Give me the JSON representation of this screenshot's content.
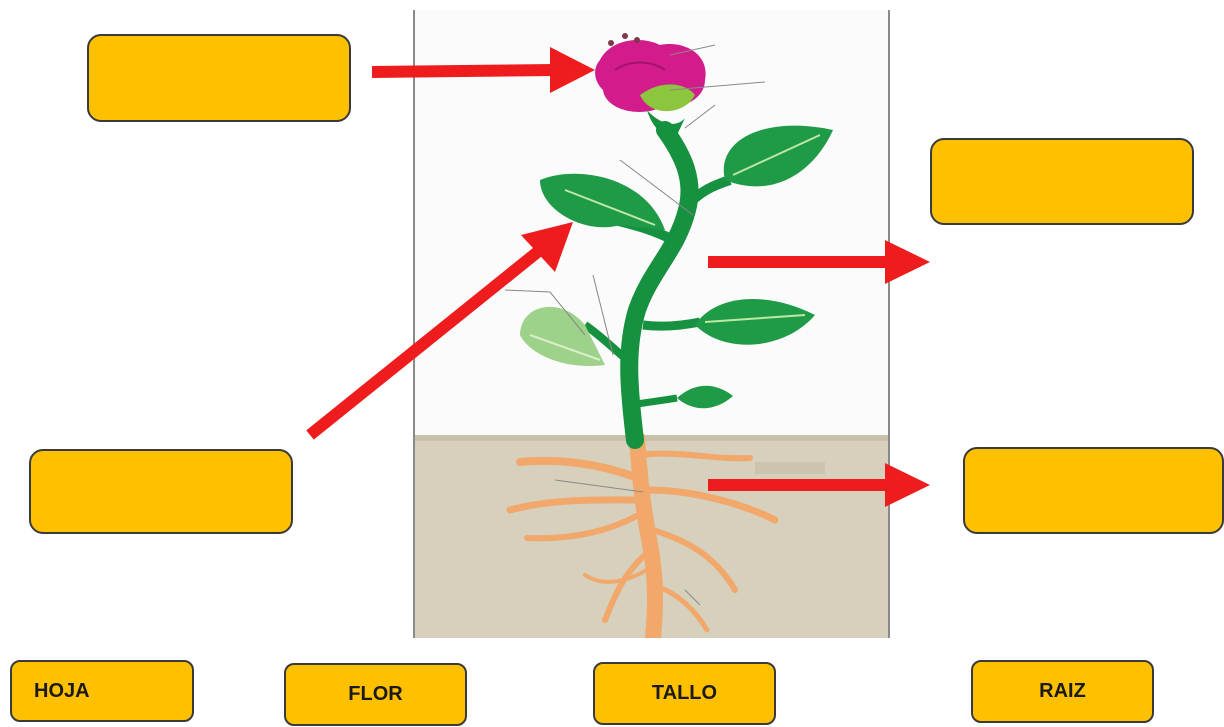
{
  "answer_chips": [
    {
      "name": "chip-hoja",
      "label": "HOJA"
    },
    {
      "name": "chip-flor",
      "label": "FLOR"
    },
    {
      "name": "chip-tallo",
      "label": "TALLO"
    },
    {
      "name": "chip-raiz",
      "label": "RAIZ"
    }
  ],
  "drop_targets": [
    {
      "name": "drop-box-flower",
      "points_to": "flower"
    },
    {
      "name": "drop-box-stem",
      "points_to": "stem"
    },
    {
      "name": "drop-box-leaf",
      "points_to": "leaf"
    },
    {
      "name": "drop-box-root",
      "points_to": "root"
    }
  ],
  "colors": {
    "box_fill": "#ffc000",
    "arrow": "#ee1c1c",
    "soil": "#d6d0bc",
    "stem": "#16913f",
    "leaf": "#1f9a47",
    "root": "#f2a86a",
    "petal": "#d21c8c"
  }
}
